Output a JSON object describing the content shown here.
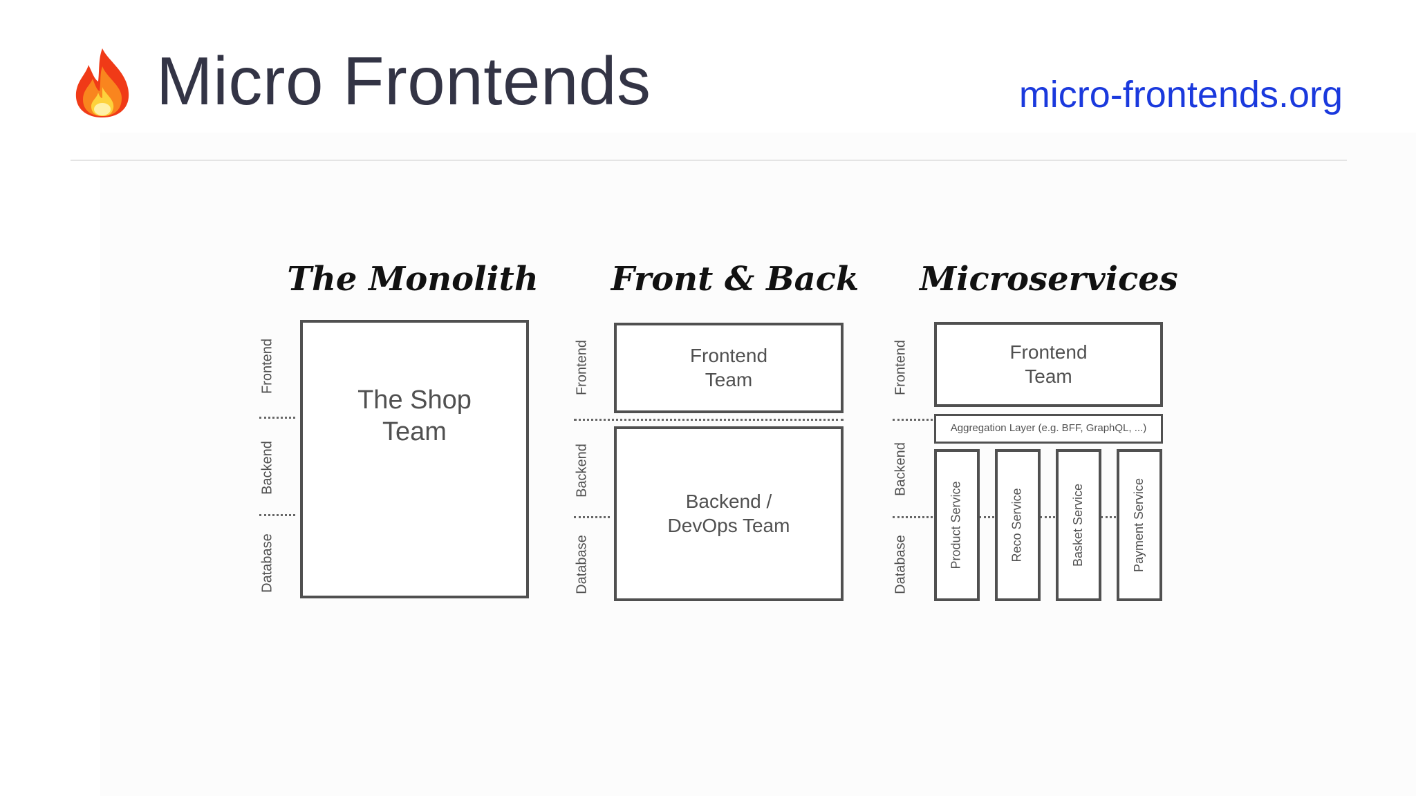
{
  "header": {
    "title": "Micro Frontends",
    "link": "micro-frontends.org"
  },
  "layers": {
    "frontend": "Frontend",
    "backend": "Backend",
    "database": "Database"
  },
  "monolith": {
    "heading": "The Monolith",
    "team": "The Shop\nTeam"
  },
  "front_back": {
    "heading": "Front & Back",
    "frontend_team": "Frontend\nTeam",
    "backend_team": "Backend /\nDevOps Team"
  },
  "microservices": {
    "heading": "Microservices",
    "frontend_team": "Frontend\nTeam",
    "aggregation": "Aggregation Layer (e.g. BFF, GraphQL, ...)",
    "services": [
      "Product Service",
      "Reco Service",
      "Basket Service",
      "Payment Service"
    ]
  },
  "colors": {
    "title": "#333445",
    "link": "#1a39dd",
    "box_border": "#505050"
  },
  "icons": {
    "title_icon": "fire-icon"
  }
}
